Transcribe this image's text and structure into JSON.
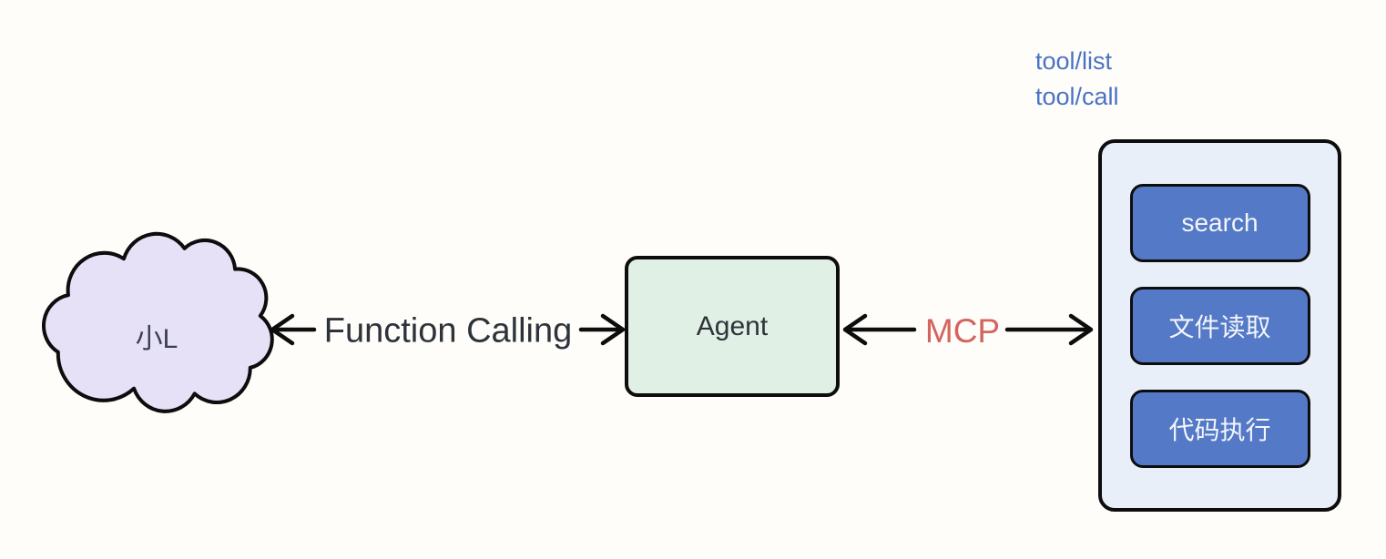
{
  "cloud": {
    "label": "小L"
  },
  "agent_box": {
    "label": "Agent"
  },
  "links": {
    "function_calling": {
      "label": "Function Calling"
    },
    "mcp": {
      "label": "MCP"
    }
  },
  "tools_panel": {
    "annotations": [
      "tool/list",
      "tool/call"
    ],
    "buttons": [
      {
        "label": "search"
      },
      {
        "label": "文件读取"
      },
      {
        "label": "代码执行"
      }
    ]
  },
  "colors": {
    "background": "#FEFDF9",
    "outline": "#0D0D0D",
    "cloud_fill": "#E7E1F8",
    "agent_fill": "#E0F0E4",
    "panel_fill": "#E9EFF9",
    "button_fill": "#5479C7",
    "button_text": "#F3F5FA",
    "text_dark": "#2E333B",
    "mcp_red": "#D4645E",
    "annotation_blue": "#4A72C4"
  }
}
